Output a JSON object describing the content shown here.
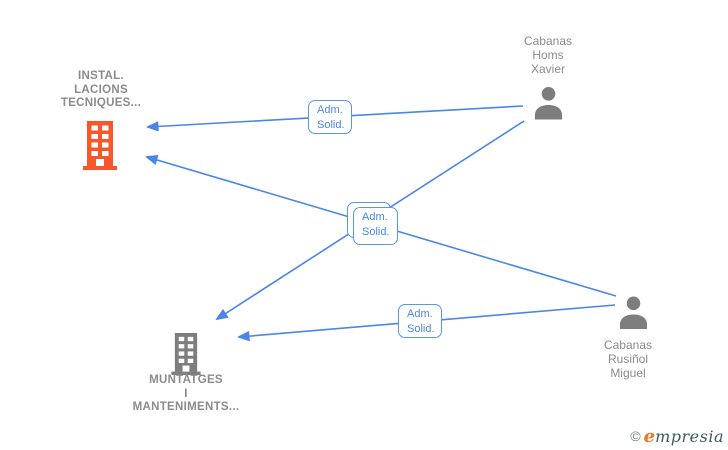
{
  "diagram": {
    "type": "company-relationship-graph",
    "background": "#ffffff",
    "nodes": [
      {
        "id": "instal",
        "type": "company",
        "icon": "building-icon",
        "icon_color": "#f8572b",
        "label_lines": [
          "INSTAL.",
          "LACIONS",
          "TECNIQUES..."
        ]
      },
      {
        "id": "xavier",
        "type": "person",
        "icon": "person-icon",
        "icon_color": "#7d7d7d",
        "label_lines": [
          "Cabanas",
          "Homs",
          "Xavier"
        ]
      },
      {
        "id": "muntatges",
        "type": "company",
        "icon": "building-icon",
        "icon_color": "#7d7d7d",
        "label_lines": [
          "MUNTATGES",
          "I",
          "MANTENIMENTS..."
        ]
      },
      {
        "id": "miguel",
        "type": "person",
        "icon": "person-icon",
        "icon_color": "#7d7d7d",
        "label_lines": [
          "Cabanas",
          "Rusiñol",
          "Miguel"
        ]
      }
    ],
    "edges": [
      {
        "from": "xavier",
        "to": "instal",
        "label_lines": [
          "Adm.",
          "Solid."
        ]
      },
      {
        "from": "miguel",
        "to": "instal",
        "label_lines": [
          "Adm.",
          "Solid."
        ]
      },
      {
        "from": "xavier",
        "to": "muntatges",
        "label_lines": [
          "Adm.",
          "Solid."
        ]
      },
      {
        "from": "miguel",
        "to": "muntatges",
        "label_lines": [
          "Adm.",
          "Solid."
        ]
      }
    ],
    "colors": {
      "edge": "#4a86e8",
      "edge_label_text": "#4a86e8",
      "edge_label_border": "#5b97e8",
      "node_text": "#8b8b8b",
      "company_accent": "#f8572b",
      "person_gray": "#7d7d7d"
    }
  },
  "watermark": {
    "copyright": "©",
    "brand_initial": "e",
    "brand_rest": "mpresia"
  }
}
